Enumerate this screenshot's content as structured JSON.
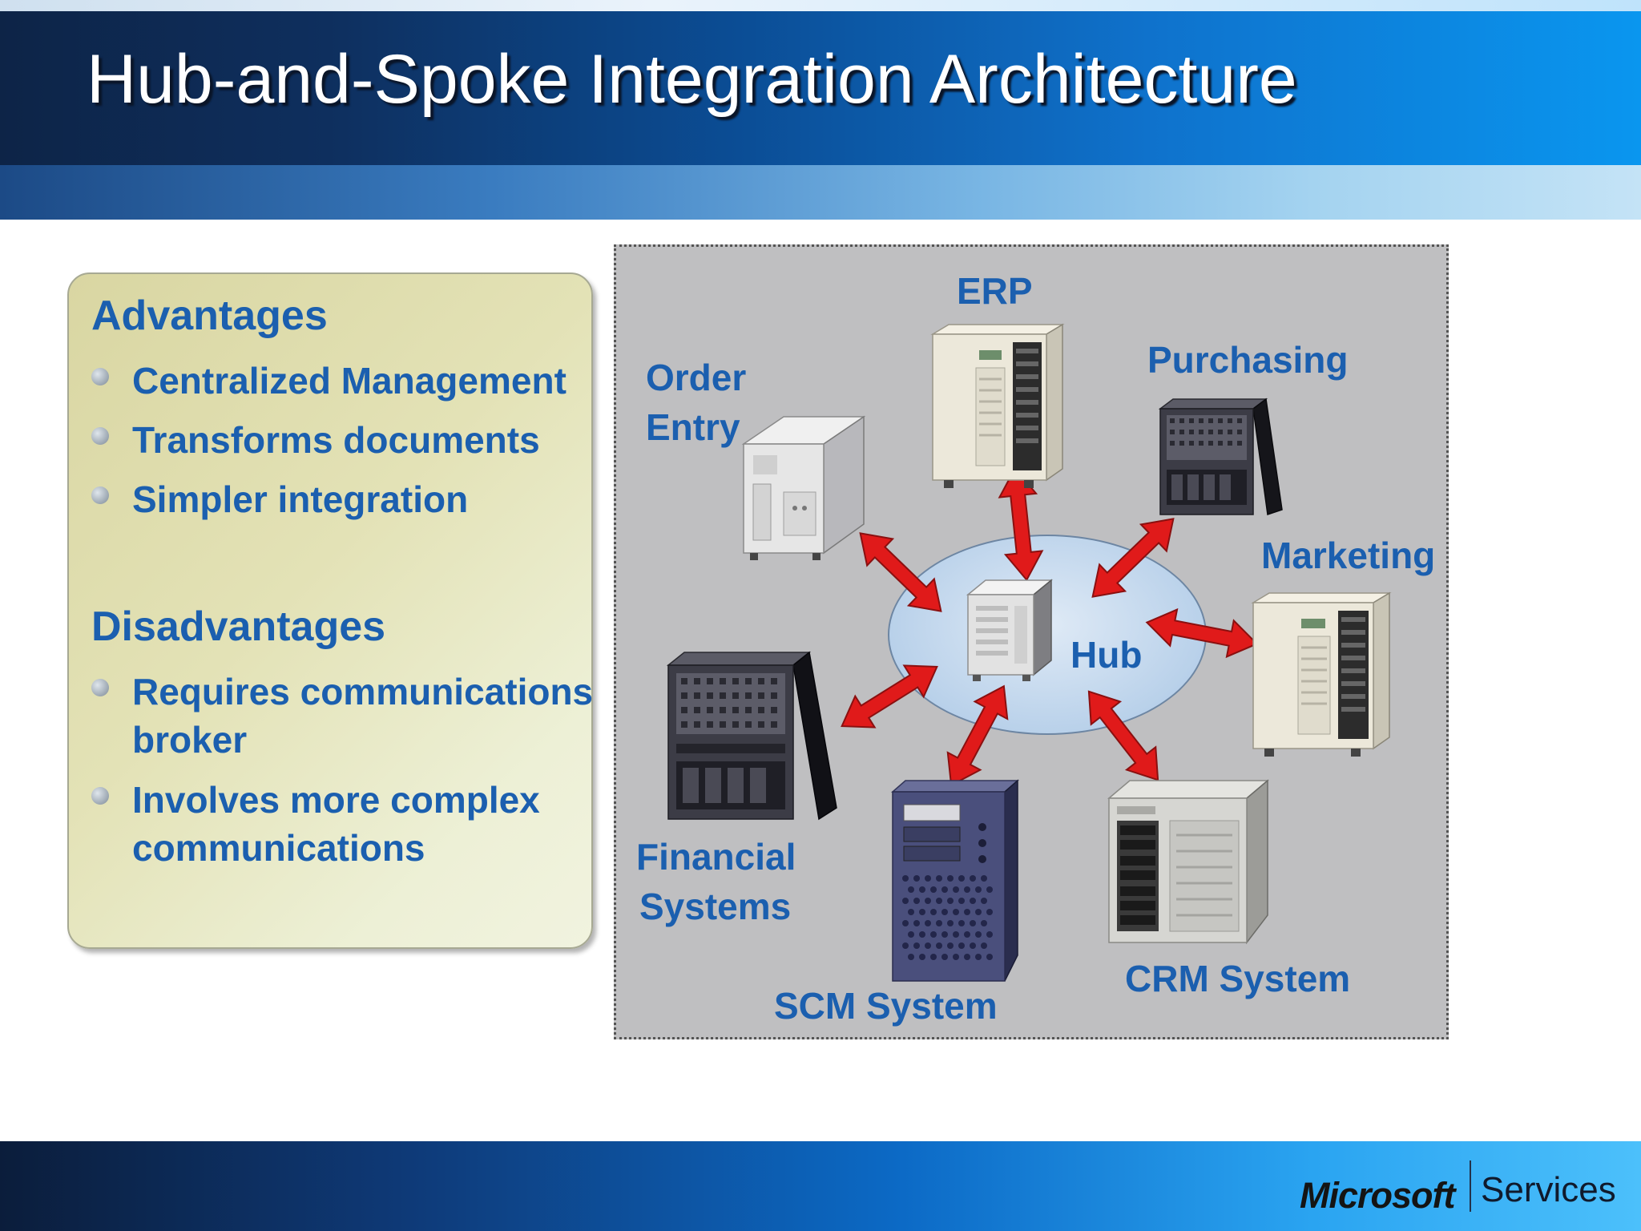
{
  "slide": {
    "title": "Hub-and-Spoke Integration Architecture"
  },
  "panel": {
    "advantages_heading": "Advantages",
    "advantages": [
      "Centralized Management",
      "Transforms documents",
      "Simpler integration"
    ],
    "disadvantages_heading": "Disadvantages",
    "disadvantages": [
      {
        "line1": "Requires communications",
        "line2": "broker"
      },
      {
        "line1": "Involves more complex",
        "line2": "communications"
      }
    ]
  },
  "diagram": {
    "hub": "Hub",
    "nodes": {
      "erp": "ERP",
      "order_entry": {
        "line1": "Order",
        "line2": "Entry"
      },
      "purchasing": "Purchasing",
      "marketing": "Marketing",
      "financial": {
        "line1": "Financial",
        "line2": "Systems"
      },
      "scm": "SCM System",
      "crm": "CRM System"
    }
  },
  "footer": {
    "brand": "Microsoft",
    "brand_sub": "Services"
  },
  "colors": {
    "label_blue": "#1b5faf",
    "arrow_red": "#e01a1a",
    "diagram_bg": "#bfbfc1"
  }
}
